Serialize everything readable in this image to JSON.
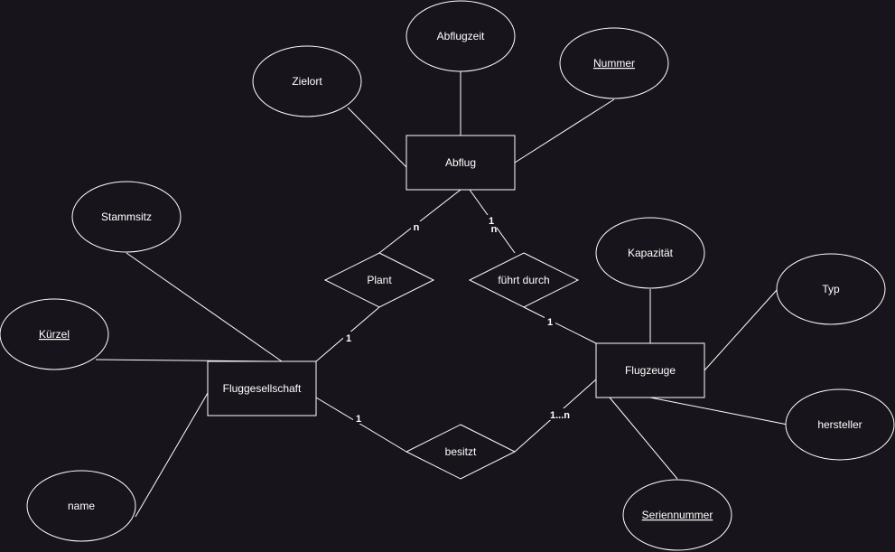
{
  "entities": [
    {
      "id": "abflug",
      "name": "Abflug"
    },
    {
      "id": "fluggesellschaft",
      "name": "Fluggesellschaft"
    },
    {
      "id": "flugzeuge",
      "name": "Flugzeuge"
    }
  ],
  "relationships": [
    {
      "id": "plant",
      "name": "Plant"
    },
    {
      "id": "fuehrt-durch",
      "name": "führt durch"
    },
    {
      "id": "besitzt",
      "name": "besitzt"
    }
  ],
  "attributes": [
    {
      "id": "abflugzeit",
      "name": "Abflugzeit",
      "key": false,
      "entity": "abflug"
    },
    {
      "id": "zielort",
      "name": "Zielort",
      "key": false,
      "entity": "abflug"
    },
    {
      "id": "nummer",
      "name": "Nummer",
      "key": true,
      "entity": "abflug"
    },
    {
      "id": "stammsitz",
      "name": "Stammsitz",
      "key": false,
      "entity": "fluggesellschaft"
    },
    {
      "id": "kuerzel",
      "name": "Kürzel",
      "key": true,
      "entity": "fluggesellschaft"
    },
    {
      "id": "name",
      "name": "name",
      "key": false,
      "entity": "fluggesellschaft"
    },
    {
      "id": "kapazitaet",
      "name": "Kapazität",
      "key": false,
      "entity": "flugzeuge"
    },
    {
      "id": "typ",
      "name": "Typ",
      "key": false,
      "entity": "flugzeuge"
    },
    {
      "id": "hersteller",
      "name": "hersteller",
      "key": false,
      "entity": "flugzeuge"
    },
    {
      "id": "seriennummer",
      "name": "Seriennummer",
      "key": true,
      "entity": "flugzeuge"
    }
  ],
  "connections": [
    {
      "id": "abflug-plant",
      "from": "abflug",
      "to": "plant",
      "cardinality": "n"
    },
    {
      "id": "abflug-fuehrt",
      "from": "abflug",
      "to": "fuehrt-durch",
      "cardinality": "n",
      "extra": "1"
    },
    {
      "id": "fluggesellschaft-plant",
      "from": "fluggesellschaft",
      "to": "plant",
      "cardinality": "1"
    },
    {
      "id": "flugzeuge-fuehrt",
      "from": "flugzeuge",
      "to": "fuehrt-durch",
      "cardinality": "1"
    },
    {
      "id": "fluggesellschaft-besitzt",
      "from": "fluggesellschaft",
      "to": "besitzt",
      "cardinality": "1"
    },
    {
      "id": "flugzeuge-besitzt",
      "from": "flugzeuge",
      "to": "besitzt",
      "cardinality": "1...n"
    }
  ],
  "colors": {
    "background": "#18141b",
    "stroke": "#ffffff",
    "text": "#ffffff"
  }
}
